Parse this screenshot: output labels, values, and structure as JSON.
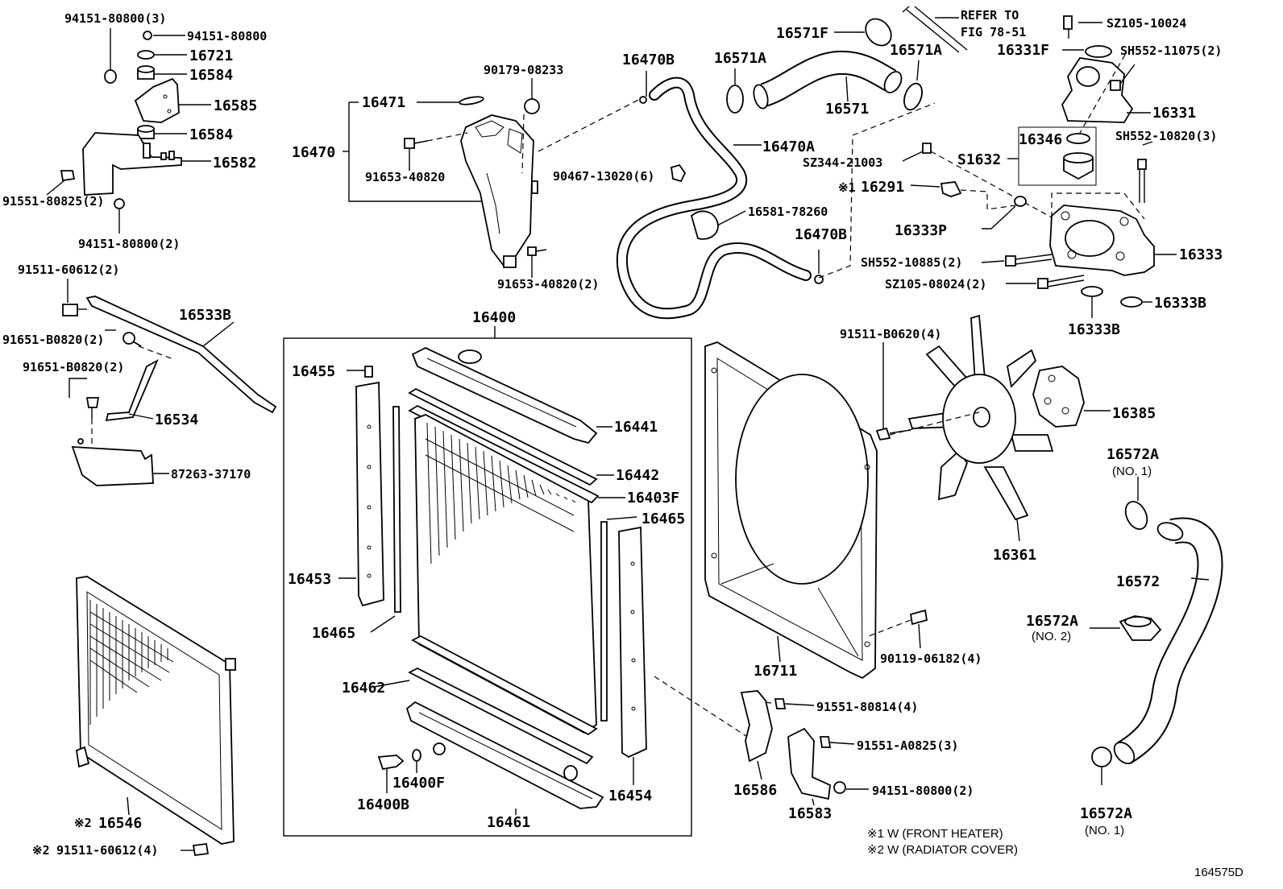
{
  "labels": {
    "l_94151_80800_3": "94151-80800(3)",
    "l_94151_80800_a": "94151-80800",
    "l_16721": "16721",
    "l_16584_a": "16584",
    "l_16585": "16585",
    "l_16584_b": "16584",
    "l_16582": "16582",
    "l_91551_80825_2": "91551-80825(2)",
    "l_94151_80800_2a": "94151-80800(2)",
    "l_91511_60612_2": "91511-60612(2)",
    "l_16533b": "16533B",
    "l_91651_b0820_2a": "91651-B0820(2)",
    "l_91651_b0820_2b": "91651-B0820(2)",
    "l_16534": "16534",
    "l_87263_37170": "87263-37170",
    "l_16471": "16471",
    "l_90179_08233": "90179-08233",
    "l_16470": "16470",
    "l_91653_40820": "91653-40820",
    "l_90467_13020_6": "90467-13020(6)",
    "l_91653_40820_2": "91653-40820(2)",
    "l_16470b_a": "16470B",
    "l_16470a": "16470A",
    "l_16581_78260": "16581-78260",
    "l_16470b_b": "16470B",
    "l_16571f": "16571F",
    "l_16571a_a": "16571A",
    "l_16571a_b": "16571A",
    "l_16571": "16571",
    "l_refer_1": "REFER TO",
    "l_refer_2": "FIG 78-51",
    "l_sz105_10024": "SZ105-10024",
    "l_16331f": "16331F",
    "l_sh552_11075_2": "SH552-11075(2)",
    "l_16331": "16331",
    "l_16346": "16346",
    "l_sh552_10820_3": "SH552-10820(3)",
    "l_sz344_21003": "SZ344-21003",
    "l_s1632": "S1632",
    "l_x1": "※1",
    "l_16291": "16291",
    "l_16333p": "16333P",
    "l_sh552_10885_2": "SH552-10885(2)",
    "l_16333": "16333",
    "l_sz105_08024_2": "SZ105-08024(2)",
    "l_16333b_a": "16333B",
    "l_16333b_b": "16333B",
    "l_16400": "16400",
    "l_16455": "16455",
    "l_16441": "16441",
    "l_16442": "16442",
    "l_16403f": "16403F",
    "l_16465_a": "16465",
    "l_16453": "16453",
    "l_16465_b": "16465",
    "l_16462": "16462",
    "l_16400f": "16400F",
    "l_16400b": "16400B",
    "l_16461": "16461",
    "l_16454": "16454",
    "l_91511_b0620_4": "91511-B0620(4)",
    "l_16385": "16385",
    "l_16361": "16361",
    "l_16572a_a": "16572A",
    "l_no1_a": "(NO. 1)",
    "l_16572": "16572",
    "l_16572a_b": "16572A",
    "l_no2": "(NO. 2)",
    "l_16572a_c": "16572A",
    "l_no1_b": "(NO. 1)",
    "l_16711": "16711",
    "l_90119_06182_4": "90119-06182(4)",
    "l_91551_80814_4": "91551-80814(4)",
    "l_91551_a0825_3": "91551-A0825(3)",
    "l_94151_80800_2b": "94151-80800(2)",
    "l_16586": "16586",
    "l_16583": "16583",
    "l_x2_a": "※2",
    "l_16546": "16546",
    "l_x2_b": "※2",
    "l_91511_60612_4": "91511-60612(4)"
  },
  "notes": {
    "note1": "※1 W (FRONT HEATER)",
    "note2": "※2 W (RADIATOR COVER)"
  },
  "figure_id": "164575D"
}
